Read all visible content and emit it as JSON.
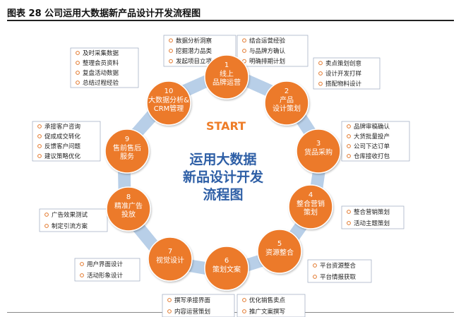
{
  "figure": {
    "title": "图表 28  公司运用大数据新产品设计开发流程图",
    "start_label": "START",
    "center_lines": [
      "运用大数据",
      "新品设计开发",
      "流程图"
    ]
  },
  "colors": {
    "node_fill": "#ec7a2c",
    "arrow_fill": "#b8cfe8",
    "center_text": "#2e5fa6",
    "start_text": "#ee7d28"
  },
  "steps": [
    {
      "num": "1",
      "label": [
        "线上",
        "品牌运营"
      ],
      "notes": [
        "数据分析洞察",
        "挖掘潜力品类",
        "发起项目立项",
        "结合运营经验",
        "与品牌方确认",
        "明确排期计划"
      ]
    },
    {
      "num": "2",
      "label": [
        "产品",
        "设计策划"
      ],
      "notes": [
        "卖点策划创意",
        "设计开发打样",
        "搭配物料设计"
      ]
    },
    {
      "num": "3",
      "label": [
        "货品采购"
      ],
      "notes": [
        "品牌审稿确认",
        "大货批量投产",
        "公司下达订单",
        "仓库接收打包"
      ]
    },
    {
      "num": "4",
      "label": [
        "整合营销",
        "策划"
      ],
      "notes": [
        "整合营销策划",
        "活动主题策划"
      ]
    },
    {
      "num": "5",
      "label": [
        "资源整合"
      ],
      "notes": [
        "平台资源整合",
        "平台情报获取"
      ]
    },
    {
      "num": "6",
      "label": [
        "策划文案"
      ],
      "notes": [
        "撰写承接界面",
        "内容运营策划",
        "优化销售卖点",
        "推广文案撰写"
      ]
    },
    {
      "num": "7",
      "label": [
        "视觉设计"
      ],
      "notes": [
        "用户界面设计",
        "活动形象设计"
      ]
    },
    {
      "num": "8",
      "label": [
        "精准广告",
        "投放"
      ],
      "notes": [
        "广告效果测试",
        "制定引流方案"
      ]
    },
    {
      "num": "9",
      "label": [
        "售前售后",
        "服务"
      ],
      "notes": [
        "承接客户咨询",
        "促成成交转化",
        "反馈客户问题",
        "建议策略优化"
      ]
    },
    {
      "num": "10",
      "label": [
        "大数据分析&",
        "CRM管理"
      ],
      "notes": [
        "及时采集数据",
        "整理会员资料",
        "复盘活动数据",
        "总结过程经验"
      ]
    }
  ]
}
